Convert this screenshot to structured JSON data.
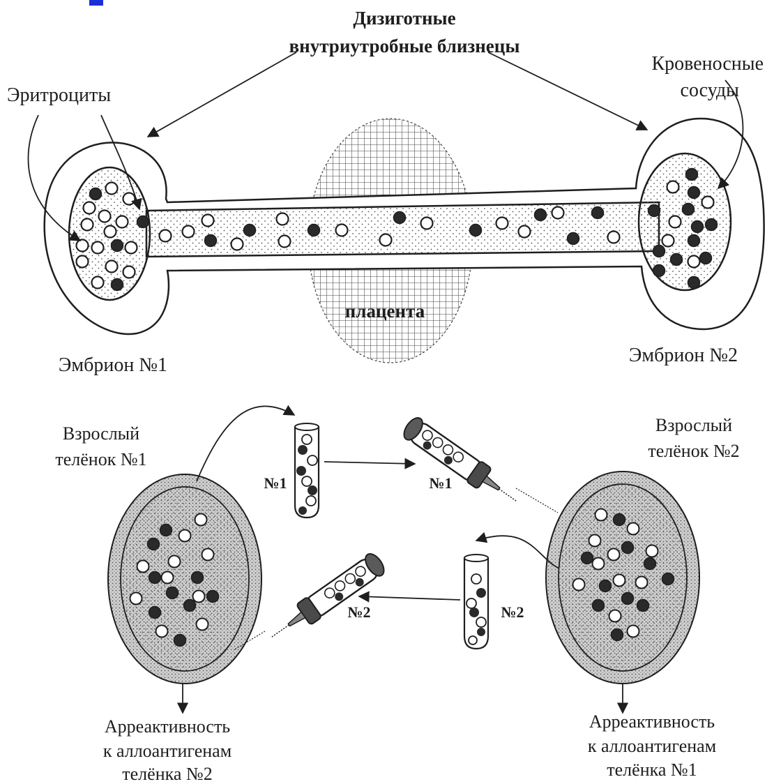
{
  "top": {
    "twins_label": [
      "Дизиготные",
      "внутриутробные близнецы"
    ],
    "erythrocytes_label": "Эритроциты",
    "vessels_label": [
      "Кровеносные",
      "сосуды"
    ],
    "placenta_label": "плацента",
    "embryo1_label": "Эмбрион №1",
    "embryo2_label": "Эмбрион №2"
  },
  "bottom": {
    "calf1_label": [
      "Взрослый",
      "телёнок №1"
    ],
    "calf2_label": [
      "Взрослый",
      "телёнок №2"
    ],
    "tube1_label": "№1",
    "syringe1_label": "№1",
    "tube2_label": "№2",
    "syringe2_label": "№2",
    "result_left": [
      "Арреактивность",
      "к аллоантигенам",
      "телёнка №2"
    ],
    "result_right": [
      "Арреактивность",
      "к аллоантигенам",
      "телёнка №1"
    ]
  },
  "colors": {
    "ink": "#1e1e1e",
    "accent_bar": "#1a2fd6"
  }
}
